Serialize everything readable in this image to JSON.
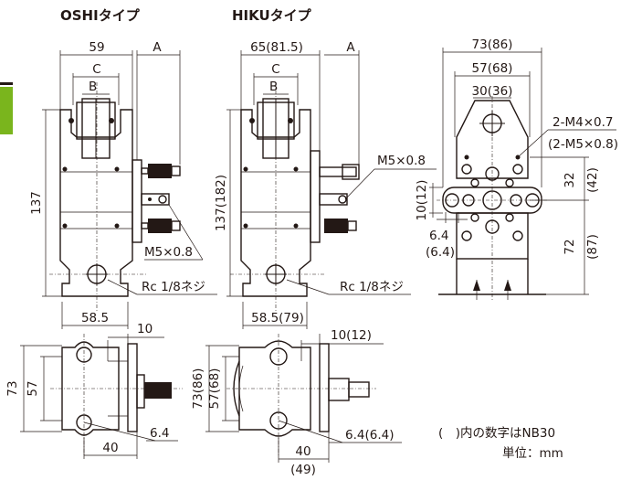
{
  "titles": {
    "oshi": "OSHIタイプ",
    "hiku": "HIKUタイプ"
  },
  "oshi_front": {
    "width": "59",
    "a": "A",
    "c": "C",
    "b": "B",
    "height": "137",
    "port": "M5×0.8",
    "rc": "Rc 1/8ネジ",
    "base": "58.5"
  },
  "hiku_front": {
    "width": "65(81.5)",
    "a": "A",
    "c": "C",
    "b": "B",
    "height": "137(182)",
    "port": "M5×0.8",
    "rc": "Rc 1/8ネジ",
    "base": "58.5(79)"
  },
  "side_view": {
    "w_outer": "73(86)",
    "w_mid": "57(68)",
    "w_inner": "30(36)",
    "screw_top": "2-M4×0.7",
    "screw_bottom": "(2-M5×0.8)",
    "h_upper": "32",
    "h_upper_alt": "(42)",
    "h_mid": "10(12)",
    "h_lower": "72",
    "h_lower_alt": "(87)",
    "hole_a": "6.4",
    "hole_b": "(6.4)"
  },
  "oshi_bottom": {
    "t": "10",
    "h_outer": "73",
    "h_inner": "57",
    "hole": "6.4",
    "w": "40"
  },
  "hiku_bottom": {
    "t": "10(12)",
    "h_outer": "73(86)",
    "h_inner": "57(68)",
    "hole": "6.4(6.4)",
    "w": "40",
    "w_alt": "(49)"
  },
  "notes": {
    "paren_note": "(　)内の数字はNB30",
    "unit": "単位：mm"
  },
  "colors": {
    "line": "#231815",
    "accent": "#7ab51d"
  }
}
